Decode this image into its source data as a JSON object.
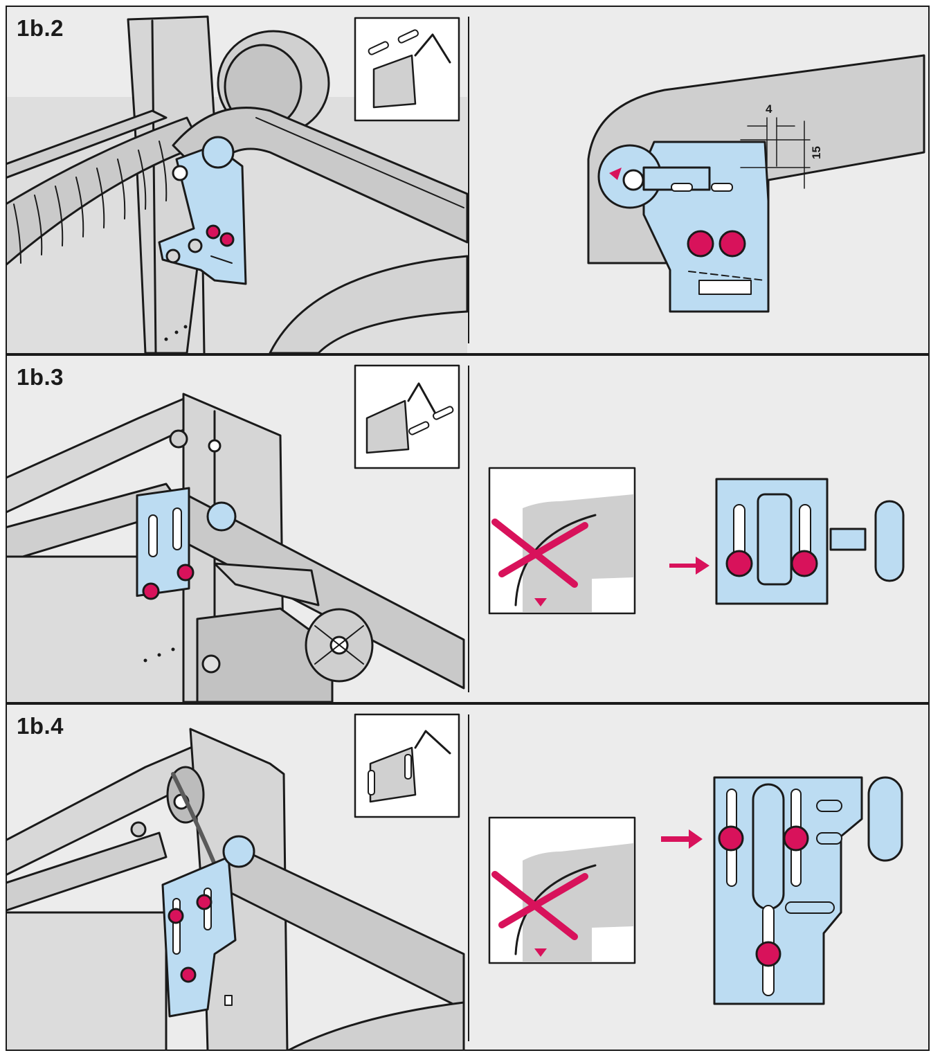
{
  "steps": [
    {
      "label": "1b.2",
      "dimensions": {
        "horizontal": "4",
        "vertical": "15"
      }
    },
    {
      "label": "1b.3"
    },
    {
      "label": "1b.4"
    }
  ],
  "colors": {
    "metal": "#d6d6d6",
    "track": "#c9c9c9",
    "bracket": "#bcdcf2",
    "screw": "#d8125b",
    "outline": "#1a1a1a",
    "background": "#ececec"
  },
  "icons": [
    "door-spring-front-icon",
    "door-spring-rear-icon",
    "door-spring-side-icon",
    "wrong-cross-icon",
    "direction-arrow-icon"
  ]
}
